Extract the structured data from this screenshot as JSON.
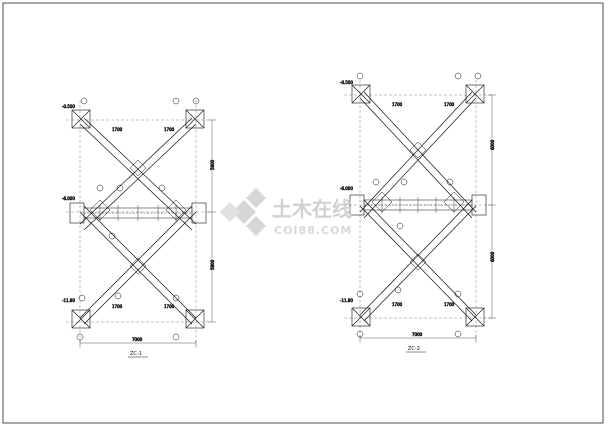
{
  "drawing": {
    "sheet_frame": "drawing-sheet",
    "left_caption": "ZC-1",
    "right_caption": "ZC-2"
  },
  "watermark": {
    "brand_cn": "土木在线",
    "brand_en": "COI88.COM"
  },
  "colors": {
    "line": "#111111",
    "watermark": "#c9c9c9"
  }
}
